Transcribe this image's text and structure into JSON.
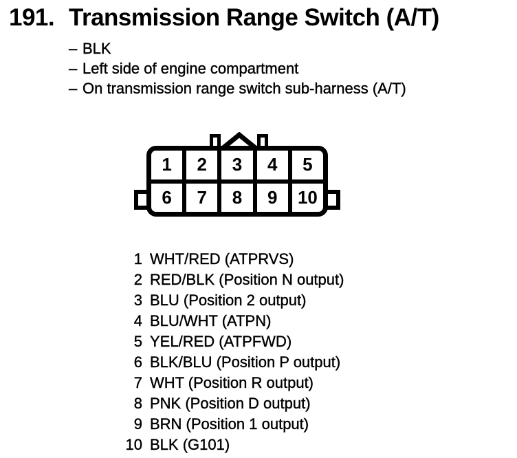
{
  "header": {
    "number": "191.",
    "title": "Transmission Range Switch (A/T)",
    "bullet_dash": "–",
    "bullets": [
      "BLK",
      "Left side of engine compartment",
      "On transmission range switch sub-harness (A/T)"
    ]
  },
  "connector": {
    "pins": [
      "1",
      "2",
      "3",
      "4",
      "5",
      "6",
      "7",
      "8",
      "9",
      "10"
    ]
  },
  "pin_list": [
    {
      "num": "1",
      "desc": "WHT/RED (ATPRVS)"
    },
    {
      "num": "2",
      "desc": "RED/BLK (Position N output)"
    },
    {
      "num": "3",
      "desc": "BLU (Position 2 output)"
    },
    {
      "num": "4",
      "desc": "BLU/WHT (ATPN)"
    },
    {
      "num": "5",
      "desc": "YEL/RED (ATPFWD)"
    },
    {
      "num": "6",
      "desc": "BLK/BLU (Position P output)"
    },
    {
      "num": "7",
      "desc": "WHT (Position R output)"
    },
    {
      "num": "8",
      "desc": "PNK (Position D output)"
    },
    {
      "num": "9",
      "desc": "BRN (Position 1 output)"
    },
    {
      "num": "10",
      "desc": "BLK (G101)"
    }
  ],
  "colors": {
    "ink": "#000000",
    "paper": "#ffffff"
  }
}
